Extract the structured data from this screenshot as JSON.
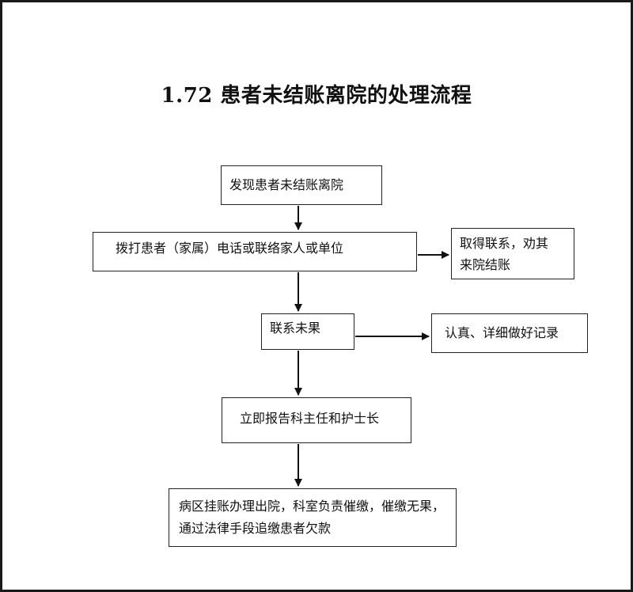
{
  "title": "1.72 患者未结账离院的处理流程",
  "flow": {
    "step1": "发现患者未结账离院",
    "step2": "拨打患者（家属）电话或联络家人或单位",
    "step2_side_line1": "取得联系，劝其",
    "step2_side_line2": "来院结账",
    "step3": "联系未果",
    "step3_side": "认真、详细做好记录",
    "step4": "立即报告科主任和护士长",
    "step5_line1": "病区挂账办理出院，科室负责催缴，催缴无果，",
    "step5_line2": "通过法律手段追缴患者欠款"
  }
}
